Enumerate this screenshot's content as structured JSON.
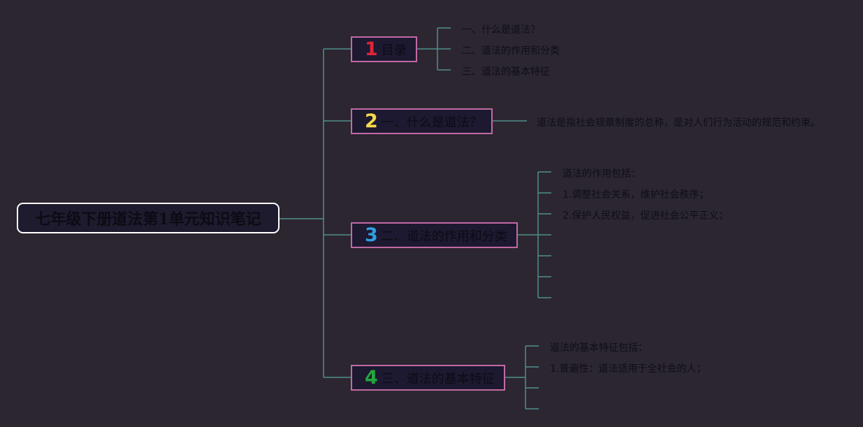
{
  "root": {
    "title": "七年级下册道法第1单元知识笔记"
  },
  "branches": [
    {
      "number": "1",
      "label": "目录",
      "number_color": "#e0253a",
      "leaves": [
        "一、什么是道法？",
        "二、道法的作用和分类",
        "三、道法的基本特征"
      ]
    },
    {
      "number": "2",
      "label": "一、什么是道法？",
      "number_color": "#f5d94a",
      "leaves": [
        "道法是指社会规章制度的总称，是对人们行为活动的规范和约束。"
      ]
    },
    {
      "number": "3",
      "label": "二、道法的作用和分类",
      "number_color": "#2f9fe0",
      "leaves": [
        "道法的作用包括：",
        "1.调整社会关系，维护社会秩序；",
        "2.保护人民权益，促进社会公平正义；",
        "",
        "",
        "",
        ""
      ]
    },
    {
      "number": "4",
      "label": "三、道法的基本特征",
      "number_color": "#22a83c",
      "leaves": [
        "道法的基本特征包括：",
        "1.普遍性：道法适用于全社会的人；",
        "",
        ""
      ]
    }
  ],
  "colors": {
    "connector": "#4f8f8a",
    "branch_border": "#c26aa5",
    "root_border": "#ffffff",
    "background": "#2c2631"
  }
}
